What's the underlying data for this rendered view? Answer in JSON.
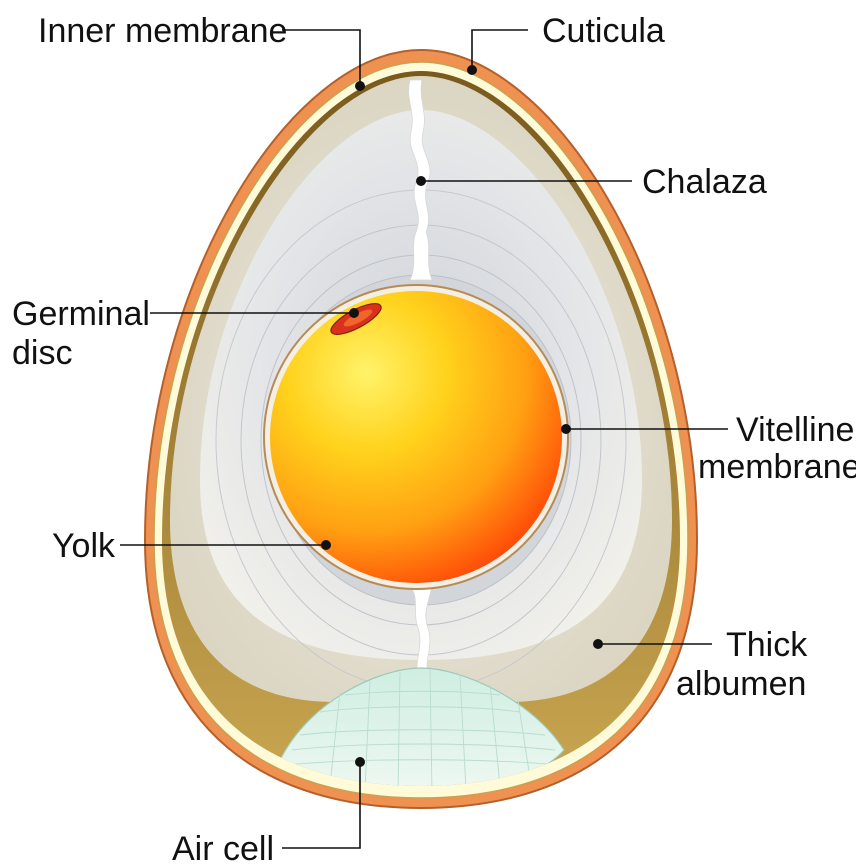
{
  "labels": {
    "inner_membrane": "Inner membrane",
    "cuticula": "Cuticula",
    "chalaza": "Chalaza",
    "germinal_disc_line1": "Germinal",
    "germinal_disc_line2": "disc",
    "vitelline_line1": "Vitelline",
    "vitelline_line2": "membrane",
    "yolk": "Yolk",
    "thick_albumen_line1": "Thick",
    "thick_albumen_line2": "albumen",
    "air_cell": "Air cell"
  },
  "colors": {
    "shell": "#ef9150",
    "shell_outline": "#b5602a",
    "inner_membrane": "#fffbd9",
    "albumen_inner": "#d3d6da",
    "albumen_outer": "#e6e3d8",
    "albumen_base": "#a9832f",
    "yolk_center": "#ffe63a",
    "yolk_edge": "#ff4e0a",
    "germinal_disc": "#d8321c",
    "air_cell": "#d7efe3",
    "chalaza": "#ffffff"
  }
}
